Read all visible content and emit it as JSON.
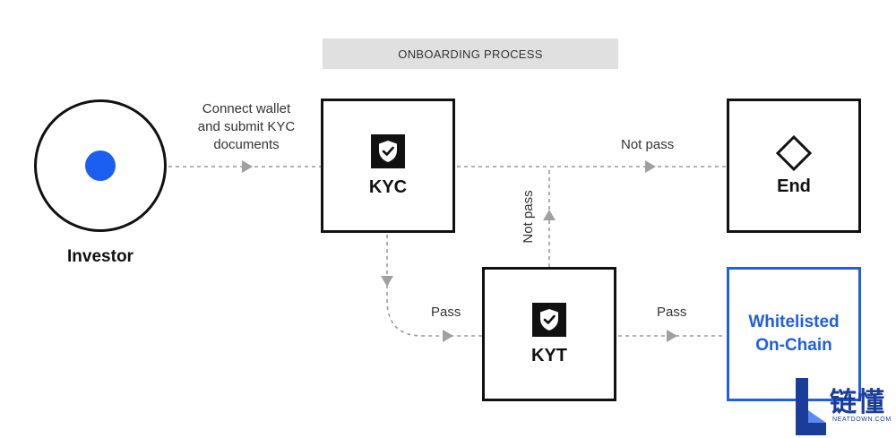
{
  "header": {
    "title": "ONBOARDING PROCESS"
  },
  "nodes": {
    "investor": {
      "label": "Investor"
    },
    "kyc": {
      "label": "KYC"
    },
    "end": {
      "label": "End"
    },
    "kyt": {
      "label": "KYT"
    },
    "whitelisted": {
      "line1": "Whitelisted",
      "line2": "On-Chain"
    }
  },
  "edges": {
    "connect": {
      "line1": "Connect wallet",
      "line2": "and submit KYC",
      "line3": "documents"
    },
    "kyc_end": {
      "label": "Not pass"
    },
    "kyt_up": {
      "label": "Not pass"
    },
    "kyc_kyt": {
      "label": "Pass"
    },
    "kyt_white": {
      "label": "Pass"
    }
  },
  "watermark": {
    "chars": "链懂",
    "site": "NEATDOWN.COM"
  },
  "colors": {
    "accent_blue": "#1a5ff0",
    "whitelist_blue": "#1f5fe0",
    "line_gray": "#999999",
    "arrow_gray": "#a0a0a0"
  }
}
